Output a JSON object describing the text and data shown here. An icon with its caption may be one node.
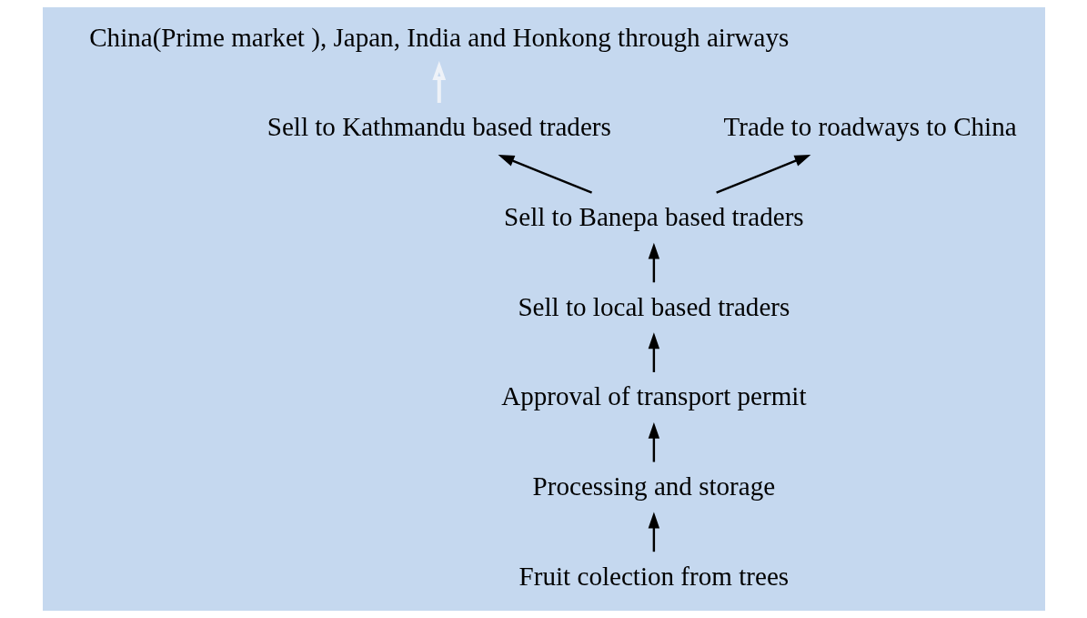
{
  "diagram": {
    "nodes": [
      {
        "text": [
          "China(Prime market ), Japan, India and Honkong through airways"
        ]
      },
      {
        "text": [
          "Sell to Kathmandu based traders"
        ]
      },
      {
        "text": [
          "Trade to roadways to China"
        ]
      },
      {
        "text": [
          "Sell to Banepa based traders"
        ]
      },
      {
        "text": [
          "Sell to local based traders"
        ]
      },
      {
        "text": [
          "Approval of transport permit"
        ]
      },
      {
        "text": [
          "Processing and storage"
        ]
      },
      {
        "text": [
          "Fruit colection from trees"
        ]
      }
    ],
    "edges": [
      {
        "from": 7,
        "to": 6,
        "arrow": "to"
      },
      {
        "from": 6,
        "to": 5,
        "arrow": "to"
      },
      {
        "from": 5,
        "to": 4,
        "arrow": "to"
      },
      {
        "from": 4,
        "to": 3,
        "arrow": "to"
      },
      {
        "from": 3,
        "to": 1,
        "arrow": "to"
      },
      {
        "from": 3,
        "to": 2,
        "arrow": "to"
      },
      {
        "from": 1,
        "to": 0,
        "arrow": "to",
        "color": "#eef2f8"
      }
    ]
  }
}
